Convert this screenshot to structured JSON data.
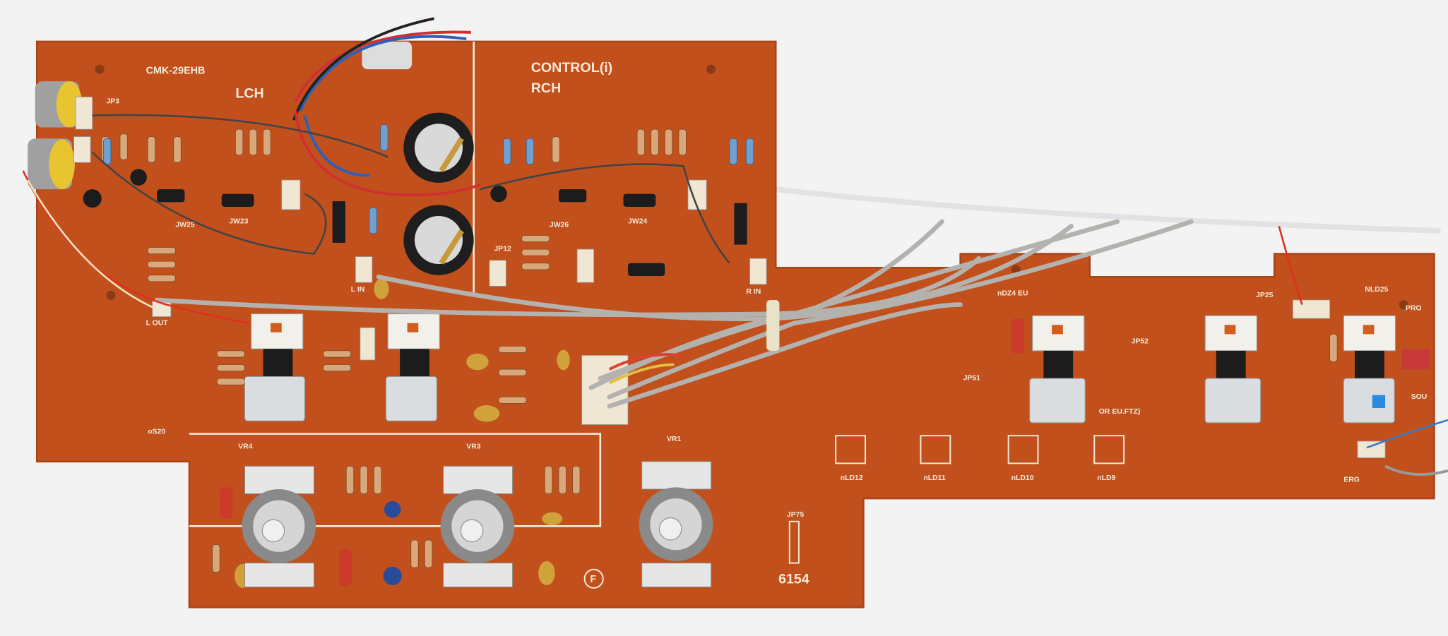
{
  "board": {
    "part_code": "CMK-29EHB",
    "left_channel": "LCH",
    "control_title": "CONTROL(i)",
    "right_channel": "RCH",
    "board_number": "6154",
    "circled_mark": "F"
  },
  "labels": {
    "jp3": "JP3",
    "jp12": "JP12",
    "jp25": "JP25",
    "jp75": "JP75",
    "jp51": "JP51",
    "jp52": "JP52",
    "jw23": "JW23",
    "jw24": "JW24",
    "jw25": "JW25",
    "jw26": "JW26",
    "vr4": "VR4",
    "vr3": "VR3",
    "vr1": "VR1",
    "nld12": "nLD12",
    "nld11": "nLD11",
    "nld10": "nLD10",
    "nld9": "nLD9",
    "ndz4": "nDZ4 EU",
    "nld25": "NLD25",
    "pro": "PRO",
    "erg": "ERG",
    "sou": "SOU",
    "eu_ftz": "OR EU.FTZ)",
    "lout": "L OUT",
    "lin": "L IN",
    "rin": "R IN",
    "s20": "oS20"
  },
  "colors": {
    "board": "#c2501c",
    "board_dark": "#a8441a",
    "silkscreen": "#f3ead8",
    "cloth": "#f4f4f4"
  }
}
